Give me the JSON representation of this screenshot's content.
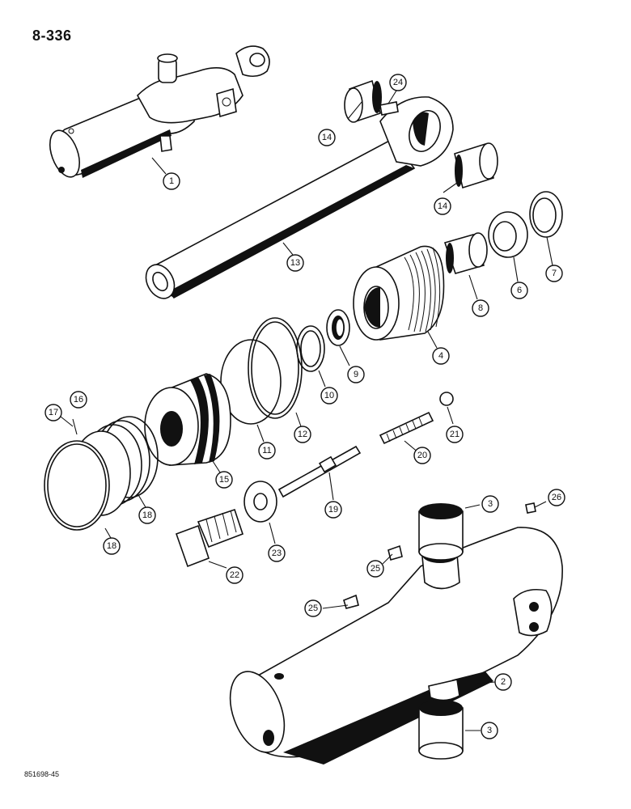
{
  "page": {
    "page_number": "8-336",
    "figure_code": "851698-45"
  },
  "parts": [
    {
      "id": "c1",
      "number": "1"
    },
    {
      "id": "c2",
      "number": "2"
    },
    {
      "id": "c3a",
      "number": "3"
    },
    {
      "id": "c3b",
      "number": "3"
    },
    {
      "id": "c4",
      "number": "4"
    },
    {
      "id": "c6",
      "number": "6"
    },
    {
      "id": "c7",
      "number": "7"
    },
    {
      "id": "c8",
      "number": "8"
    },
    {
      "id": "c9",
      "number": "9"
    },
    {
      "id": "c10",
      "number": "10"
    },
    {
      "id": "c11",
      "number": "11"
    },
    {
      "id": "c12",
      "number": "12"
    },
    {
      "id": "c13",
      "number": "13"
    },
    {
      "id": "c14a",
      "number": "14"
    },
    {
      "id": "c14b",
      "number": "14"
    },
    {
      "id": "c15",
      "number": "15"
    },
    {
      "id": "c16",
      "number": "16"
    },
    {
      "id": "c17",
      "number": "17"
    },
    {
      "id": "c18a",
      "number": "18"
    },
    {
      "id": "c18b",
      "number": "18"
    },
    {
      "id": "c19",
      "number": "19"
    },
    {
      "id": "c20",
      "number": "20"
    },
    {
      "id": "c21",
      "number": "21"
    },
    {
      "id": "c22",
      "number": "22"
    },
    {
      "id": "c23",
      "number": "23"
    },
    {
      "id": "c24",
      "number": "24"
    },
    {
      "id": "c25a",
      "number": "25"
    },
    {
      "id": "c25b",
      "number": "25"
    },
    {
      "id": "c26",
      "number": "26"
    }
  ]
}
